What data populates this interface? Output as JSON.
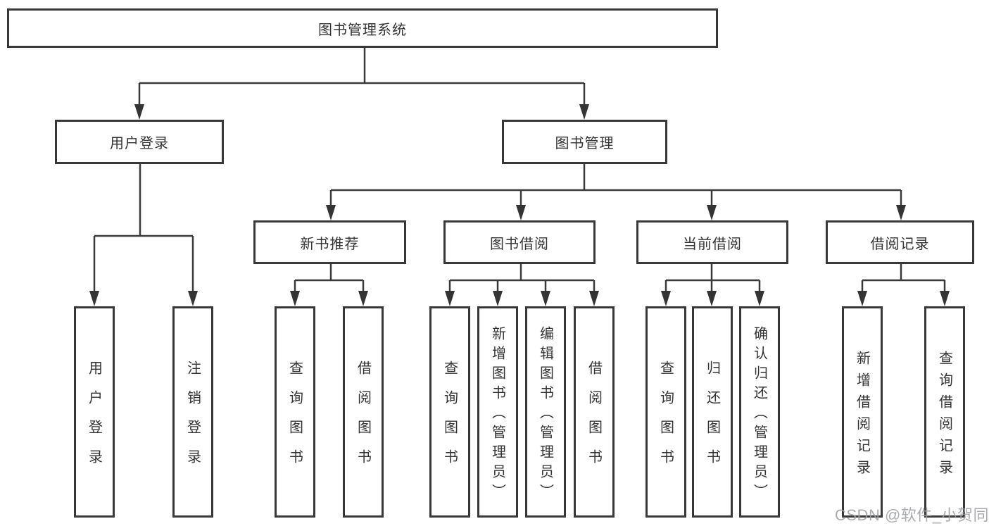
{
  "diagram": {
    "title": "图书管理系统",
    "branches": {
      "user_login": {
        "label": "用户登录",
        "children": {
          "login": "用户登录",
          "logout": "注销登录"
        }
      },
      "book_management": {
        "label": "图书管理",
        "children": {
          "new_book_recommend": {
            "label": "新书推荐",
            "children": {
              "query_books": "查询图书",
              "borrow_books": "借阅图书"
            }
          },
          "book_borrowing": {
            "label": "图书借阅",
            "children": {
              "query_books": "查询图书",
              "add_books_admin": "新增图书（管理员）",
              "edit_books_admin": "编辑图书（管理员）",
              "borrow_books": "借阅图书"
            }
          },
          "current_borrowing": {
            "label": "当前借阅",
            "children": {
              "query_books": "查询图书",
              "return_books": "归还图书",
              "confirm_return_admin": "确认归还（管理员）"
            }
          },
          "borrowing_records": {
            "label": "借阅记录",
            "children": {
              "add_record": "新增借阅记录",
              "query_record": "查询借阅记录"
            }
          }
        }
      }
    }
  },
  "watermark": {
    "text": "CSDN @软件_小贺同学"
  },
  "colors": {
    "line": "#3a3a3a",
    "box_border": "#383838",
    "text": "#333333",
    "watermark": "#9b9da0",
    "background": "#ffffff"
  }
}
